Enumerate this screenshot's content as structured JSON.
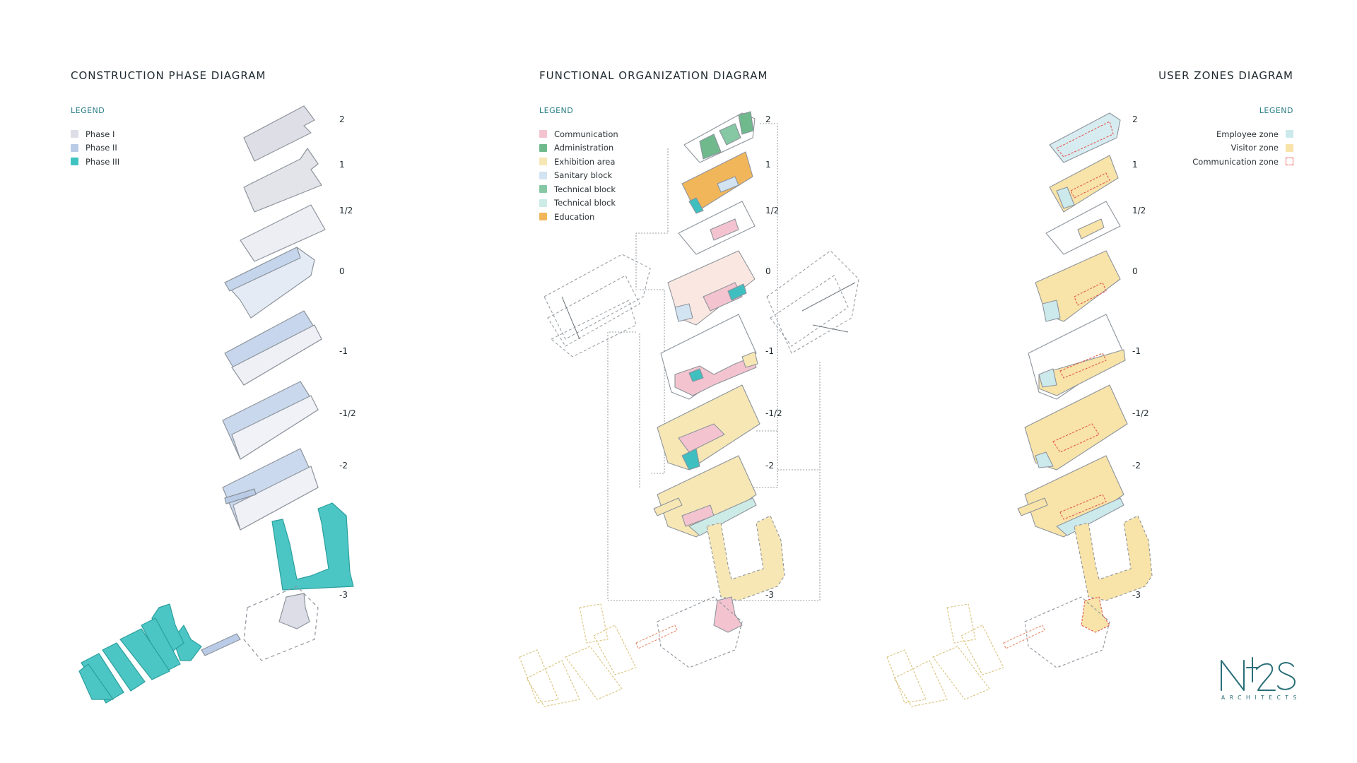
{
  "panels": [
    {
      "title": "CONSTRUCTION PHASE DIAGRAM",
      "legend_title": "LEGEND",
      "legend": [
        {
          "label": "Phase I",
          "color": "#dcdde6"
        },
        {
          "label": "Phase II",
          "color": "#b9cbe6"
        },
        {
          "label": "Phase III",
          "color": "#3fc3c2"
        }
      ]
    },
    {
      "title": "FUNCTIONAL ORGANIZATION DIAGRAM",
      "legend_title": "LEGEND",
      "legend": [
        {
          "label": "Communication",
          "color": "#f3c4cf"
        },
        {
          "label": "Administration",
          "color": "#6fb98d"
        },
        {
          "label": "Exhibition area",
          "color": "#f7e7b5"
        },
        {
          "label": "Sanitary block",
          "color": "#d2e3f2"
        },
        {
          "label": "Technical block",
          "color": "#86c8a4"
        },
        {
          "label": "Technical block",
          "color": "#cdebe6"
        },
        {
          "label": "Education",
          "color": "#f2b65a"
        }
      ]
    },
    {
      "title": "USER ZONES DIAGRAM",
      "legend_title": "LEGEND",
      "legend": [
        {
          "label": "Employee zone",
          "color": "#cce9ec"
        },
        {
          "label": "Visitor zone",
          "color": "#f8e3a8"
        },
        {
          "label": "Communication zone",
          "color": "#e4574f",
          "dashed": true
        }
      ]
    }
  ],
  "levels": [
    "2",
    "1",
    "1/2",
    "0",
    "-1",
    "-1/2",
    "-2",
    "-3"
  ],
  "logo": {
    "mark": "N2S",
    "subtitle": "ARCHITECTS",
    "color": "#2a6f78"
  }
}
